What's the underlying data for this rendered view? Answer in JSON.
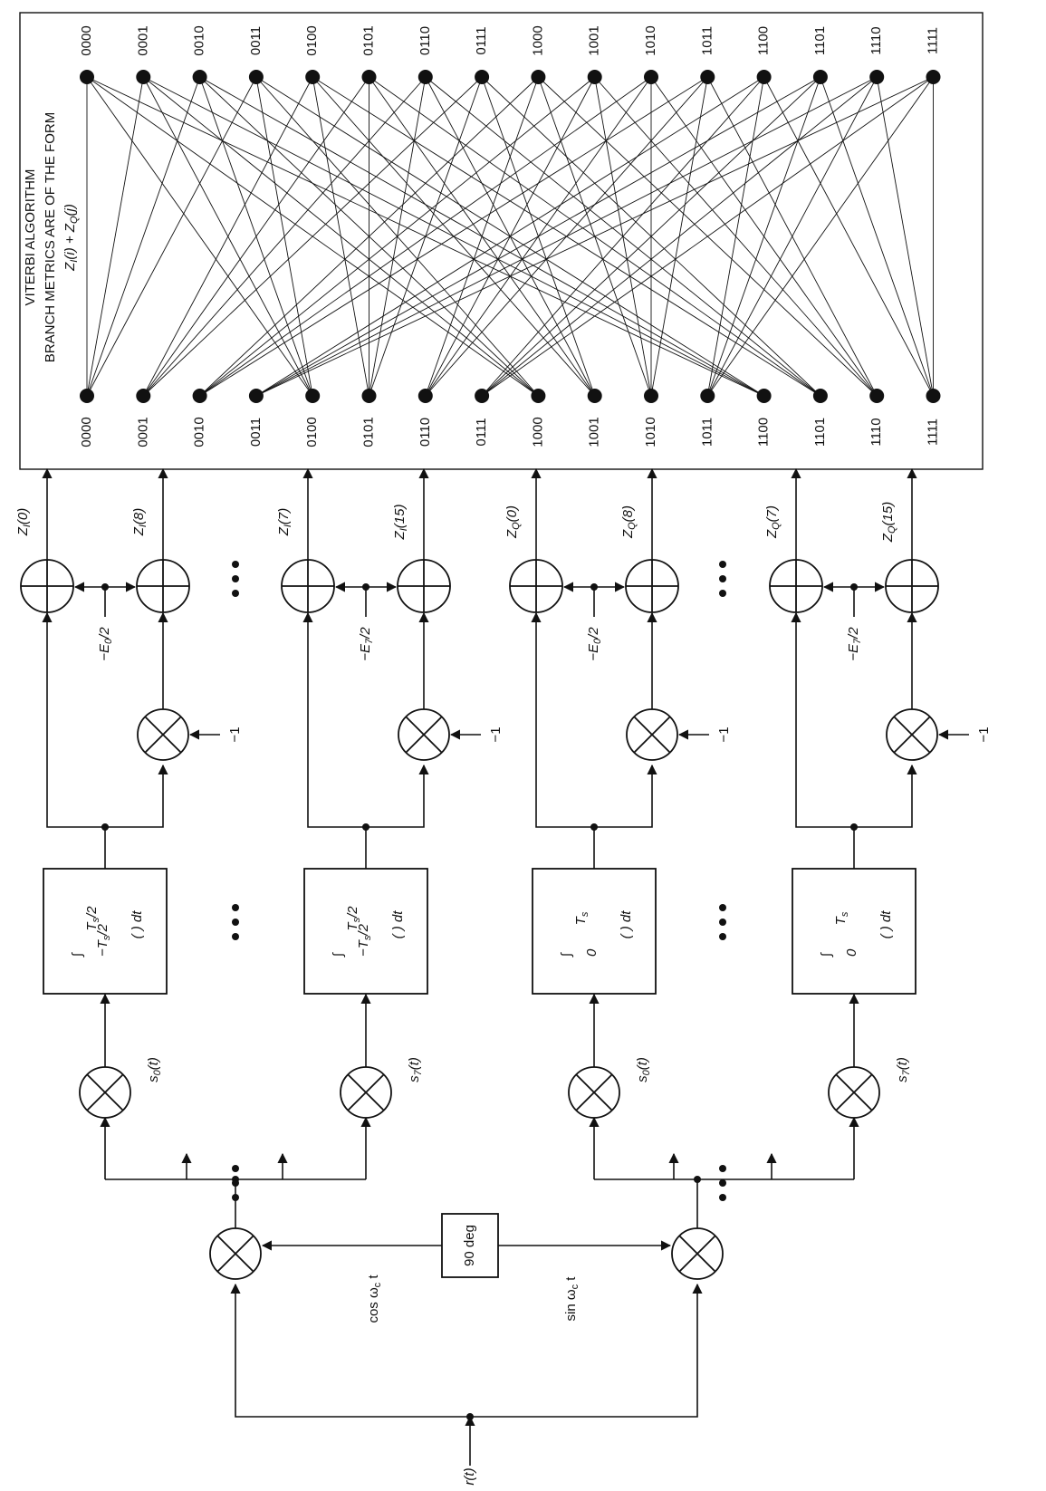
{
  "input_label": "r(t)",
  "carrier_i_label": "cos ω_c t",
  "carrier_q_label": "sin ω_c t",
  "phase_shift_label": "90 deg",
  "ellipsis": "• • •",
  "i_branch": {
    "rows": [
      {
        "mult_label": "s_0(t)",
        "int_upper": "T_s/2",
        "int_lower": "−T_s/2",
        "int_body": "( ) dt",
        "bias_label": "−E_0/2",
        "out_top": "Z_I(0)",
        "out_bottom": "Z_I(8)",
        "neg_label": "−1"
      },
      {
        "mult_label": "s_7(t)",
        "int_upper": "T_s/2",
        "int_lower": "−T_s/2",
        "int_body": "( ) dt",
        "bias_label": "−E_7/2",
        "out_top": "Z_I(7)",
        "out_bottom": "Z_I(15)",
        "neg_label": "−1"
      }
    ]
  },
  "q_branch": {
    "rows": [
      {
        "mult_label": "s_0(t)",
        "int_upper": "T_s",
        "int_lower": "0",
        "int_body": "( ) dt",
        "bias_label": "−E_0/2",
        "out_top": "Z_Q(0)",
        "out_bottom": "Z_Q(8)",
        "neg_label": "−1"
      },
      {
        "mult_label": "s_7(t)",
        "int_upper": "T_s",
        "int_lower": "0",
        "int_body": "( ) dt",
        "bias_label": "−E_7/2",
        "out_top": "Z_Q(7)",
        "out_bottom": "Z_Q(15)",
        "neg_label": "−1"
      }
    ]
  },
  "viterbi": {
    "title_lines": [
      "VITERBI ALGORITHM",
      "BRANCH METRICS ARE OF THE FORM",
      "Z_I(i) + Z_Q(j)"
    ],
    "states": [
      "0000",
      "0001",
      "0010",
      "0011",
      "0100",
      "0101",
      "0110",
      "0111",
      "1000",
      "1001",
      "1010",
      "1011",
      "1100",
      "1101",
      "1110",
      "1111"
    ]
  }
}
